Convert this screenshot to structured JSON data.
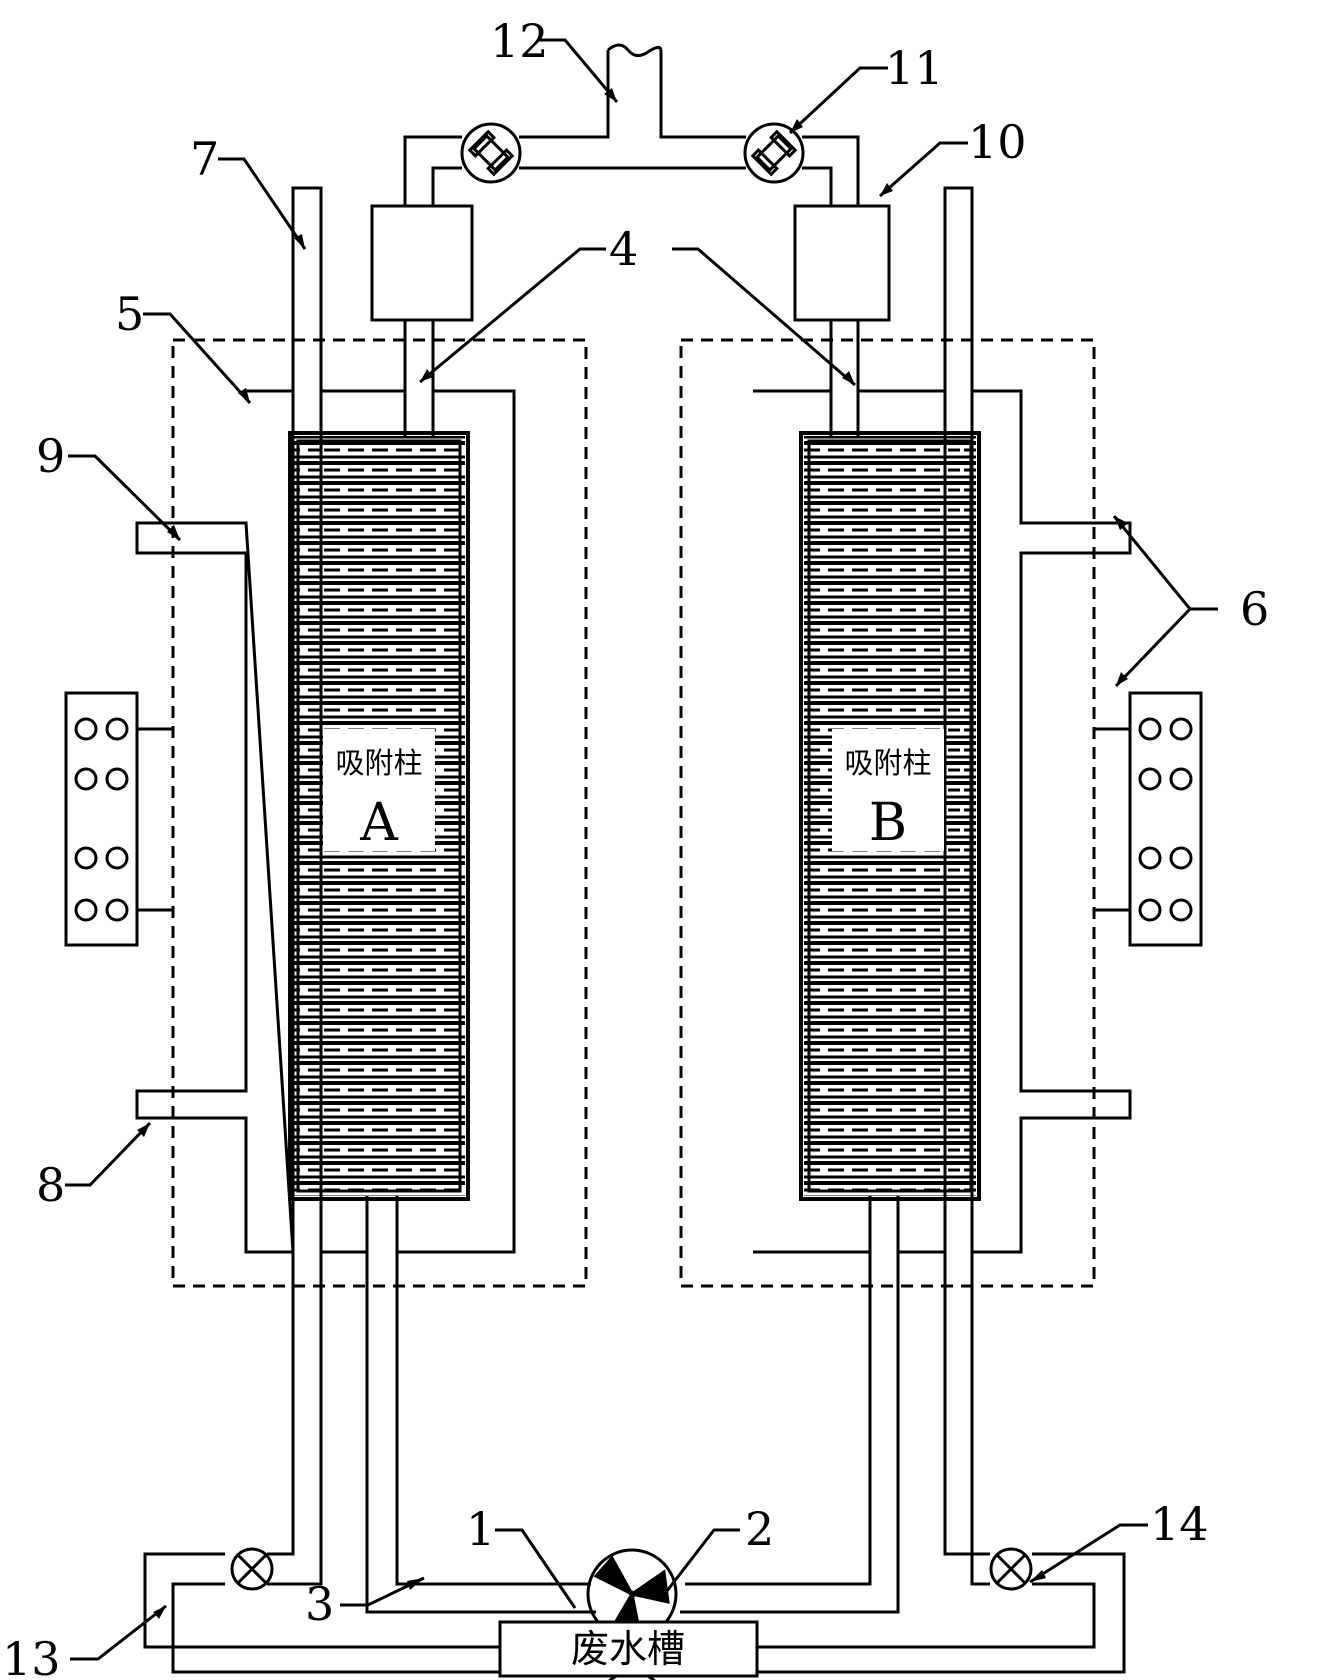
{
  "column_a": {
    "label": "吸附柱",
    "letter": "A"
  },
  "column_b": {
    "label": "吸附柱",
    "letter": "B"
  },
  "tank": {
    "label": "废水槽"
  },
  "callouts": {
    "n1": "1",
    "n2": "2",
    "n3": "3",
    "n4": "4",
    "n5": "5",
    "n6": "6",
    "n7": "7",
    "n8": "8",
    "n9": "9",
    "n10": "10",
    "n11": "11",
    "n12": "12",
    "n13": "13",
    "n14": "14"
  }
}
